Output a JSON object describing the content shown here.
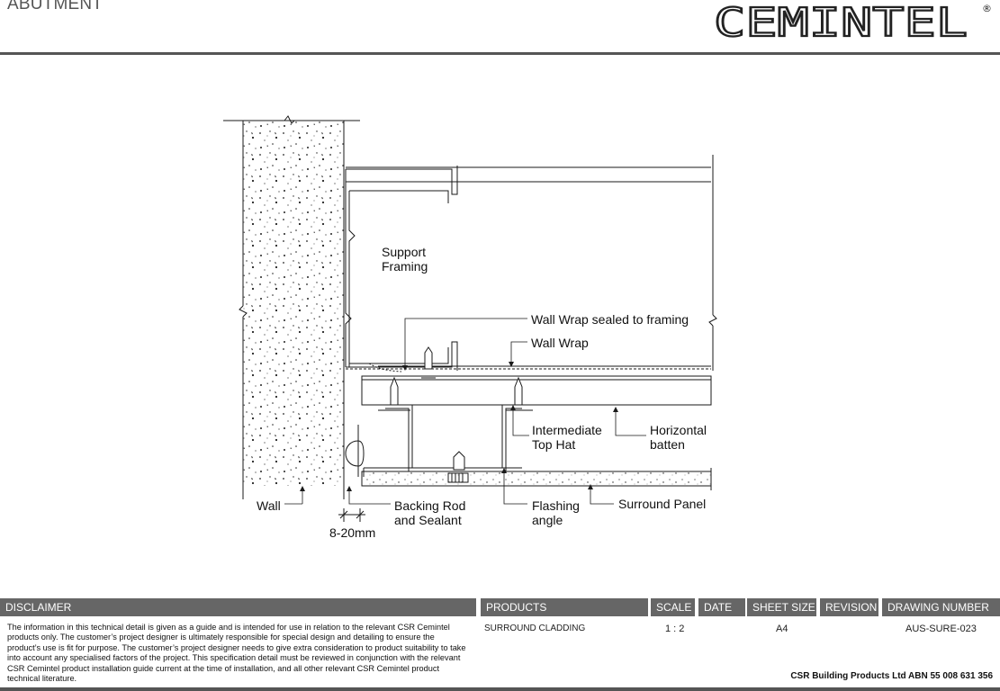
{
  "header": {
    "title": "ABUTMENT",
    "brand": "CEMINTEL",
    "brand_mark": "®"
  },
  "diagram": {
    "labels": {
      "support_framing": [
        "Support",
        "Framing"
      ],
      "wall_wrap_sealed": "Wall Wrap sealed to framing",
      "wall_wrap": "Wall Wrap",
      "intermediate_top_hat": [
        "Intermediate",
        "Top Hat"
      ],
      "horizontal_batten": [
        "Horizontal",
        "batten"
      ],
      "wall": "Wall",
      "backing_rod": [
        "Backing Rod",
        "and Sealant"
      ],
      "flashing_angle": [
        "Flashing",
        "angle"
      ],
      "surround_panel": "Surround Panel",
      "gap_dimension": "8-20mm"
    }
  },
  "title_block": {
    "disclaimer_heading": "DISCLAIMER",
    "disclaimer_text": "The information in this technical detail is given as a guide and is intended for use in relation to the relevant CSR Cemintel products only. The customer’s project designer is ultimately responsible for special design and detailing to ensure the product’s use is fit for purpose. The customer’s project designer needs to give extra consideration to product suitability to take into account any specialised factors of the project. This specification detail must be reviewed in conjunction with the relevant CSR Cemintel product installation guide current at the time of installation, and all other relevant CSR Cemintel product technical literature.",
    "products_heading": "PRODUCTS",
    "products_value": "SURROUND CLADDING",
    "scale_heading": "SCALE",
    "scale_value": "1 : 2",
    "date_heading": "DATE",
    "date_value": "",
    "sheet_size_heading": "SHEET SIZE",
    "sheet_size_value": "A4",
    "revision_heading": "REVISION",
    "revision_value": "",
    "drawing_number_heading": "DRAWING NUMBER",
    "drawing_number_value": "AUS-SURE-023",
    "company": "CSR Building Products Ltd ABN  55 008 631 356"
  },
  "colors": {
    "header_bar": "#666666",
    "rule": "#555555",
    "line": "#1a1a1a"
  }
}
